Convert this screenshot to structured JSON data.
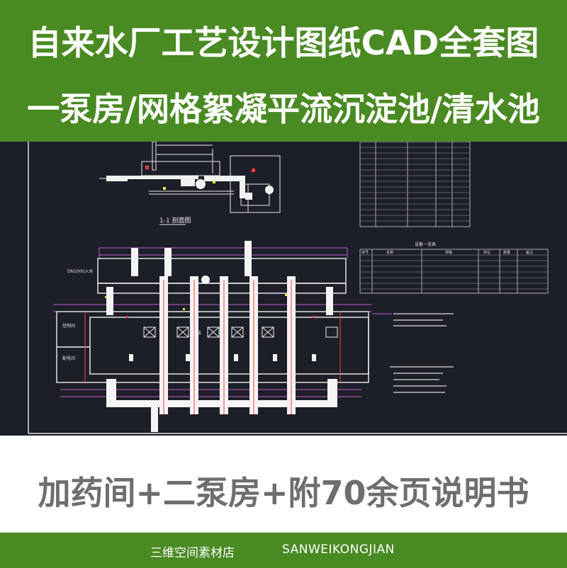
{
  "header": {
    "title_line_1": "自来水厂工艺设计图纸CAD全套图",
    "title_line_2": "一泵房/网格絮凝平流沉淀池/清水池"
  },
  "cad": {
    "section_label": "1-1 剖面图",
    "equipment_table_title": "设备一览表",
    "equipment_headers": [
      "序号",
      "名称",
      "规格",
      "单位",
      "数量",
      "备注"
    ],
    "inlet_label": "DN1000入水",
    "room_label_1": "控制间",
    "room_label_2": "配电间",
    "pump_label": "水泵"
  },
  "footer_banner": {
    "text": "加药间+二泵房+附70余页说明书"
  },
  "footer": {
    "shop_name": "三维空间素材店",
    "brand": "SANWEIKONGJIAN"
  },
  "colors": {
    "green": "#4a8a23",
    "cad_background": "#1c1f27",
    "subtitle_gray": "#6e6e6e"
  }
}
